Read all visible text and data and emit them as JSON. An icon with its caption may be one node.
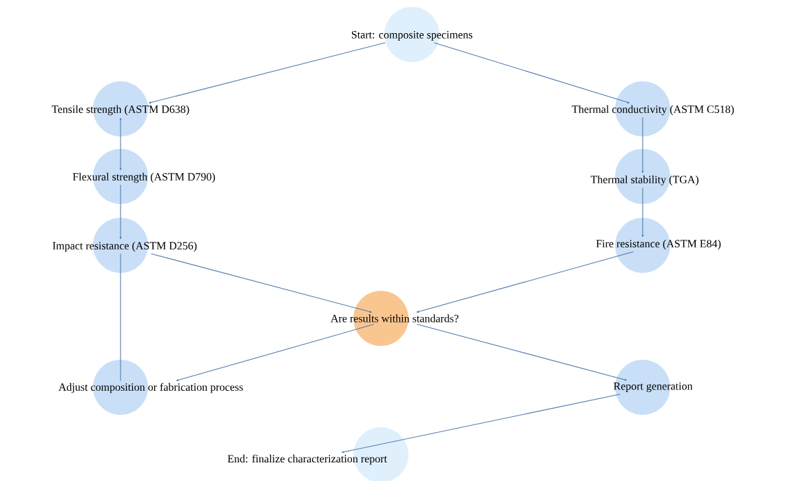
{
  "diagram": {
    "nodes": [
      {
        "text": [
          "Start: composite specimens"
        ]
      },
      {
        "text": [
          "Tensile strength (ASTM D638)"
        ]
      },
      {
        "text": [
          "Thermal conductivity (ASTM C518)"
        ]
      },
      {
        "text": [
          "Flexural strength (ASTM D790)"
        ]
      },
      {
        "text": [
          "Thermal stability (TGA)"
        ]
      },
      {
        "text": [
          "Impact resistance (ASTM D256)"
        ]
      },
      {
        "text": [
          "Fire resistance (ASTM E84)"
        ]
      },
      {
        "text": [
          "Are results within standards?"
        ]
      },
      {
        "text": [
          "Adjust composition or fabrication process"
        ]
      },
      {
        "text": [
          "Report generation"
        ]
      },
      {
        "text": [
          "End: finalize characterization report"
        ]
      }
    ],
    "edges": [
      {
        "from": 0,
        "to": 1,
        "arrow": "to"
      },
      {
        "from": 0,
        "to": 2,
        "arrow": "to"
      },
      {
        "from": 1,
        "to": 3,
        "arrow": "both"
      },
      {
        "from": 3,
        "to": 5,
        "arrow": "to"
      },
      {
        "from": 2,
        "to": 4,
        "arrow": "to"
      },
      {
        "from": 4,
        "to": 6,
        "arrow": "to"
      },
      {
        "from": 5,
        "to": 7,
        "arrow": "to"
      },
      {
        "from": 6,
        "to": 7,
        "arrow": "to"
      },
      {
        "from": 7,
        "to": 8,
        "arrow": "to"
      },
      {
        "from": 7,
        "to": 9,
        "arrow": "to"
      },
      {
        "from": 8,
        "to": 5,
        "arrow": "none"
      },
      {
        "from": 9,
        "to": 10,
        "arrow": "to"
      }
    ]
  }
}
